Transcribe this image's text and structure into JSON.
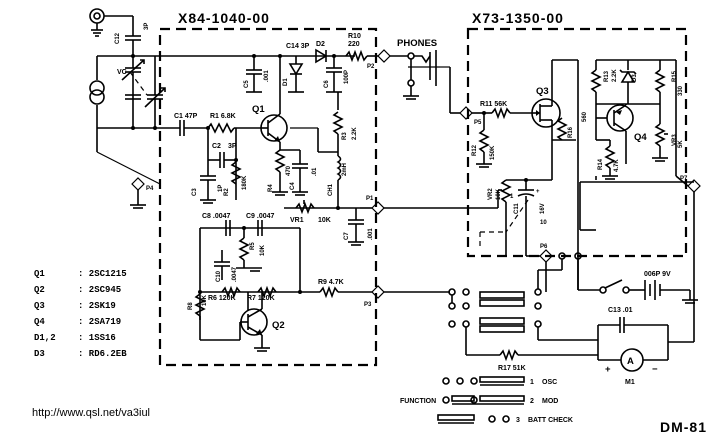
{
  "modules": [
    {
      "id": "X84-1040-00"
    },
    {
      "id": "X73-1350-00"
    }
  ],
  "labels": {
    "phones": "PHONES",
    "drawing_no": "DM-81",
    "url": "http://www.qsl.net/va3iul",
    "function": "FUNCTION"
  },
  "function_modes": [
    {
      "num": "1",
      "name": "OSC"
    },
    {
      "num": "2",
      "name": "MOD"
    },
    {
      "num": "3",
      "name": "BATT CHECK"
    }
  ],
  "parts_list": [
    {
      "ref": "Q1",
      "part": ": 2SC1215"
    },
    {
      "ref": "Q2",
      "part": ": 2SC945"
    },
    {
      "ref": "Q3",
      "part": ": 2SK19"
    },
    {
      "ref": "Q4",
      "part": ": 2SA719"
    },
    {
      "ref": "D1,2",
      "part": ": 1SS16"
    },
    {
      "ref": "D3",
      "part": ": RD6.2EB"
    }
  ],
  "components": {
    "c12": "C12",
    "c12v": "3P",
    "vc": "VC",
    "c1": "C1 47P",
    "r1": "R1 6.8K",
    "c2": "C2",
    "c2v": "3P",
    "c3": "C3",
    "c3v": "1P",
    "r2": "R2",
    "r2v": "180K",
    "q1": "Q1",
    "c14": "C14 3P",
    "c5": "C5",
    "c5v": ".001",
    "d1": "D1",
    "d2": "D2",
    "c6": "C6",
    "c6v": "100P",
    "r10": "R10",
    "r10v": "220",
    "r3": "R3",
    "r3v": "2.2K",
    "r4": "R4",
    "r4v": "470",
    "c4": "C4",
    "c4v": ".01",
    "ch1": "CH1",
    "ch1v": "2mH",
    "vr1": "VR1",
    "vr1v": "10K",
    "c7": "C7",
    "c7v": ".001",
    "c8": "C8 .0047",
    "c9": "C9 .0047",
    "r5": "R5",
    "r5v": "10K",
    "c10": "C10",
    "c10v": ".0047",
    "r8": "R8",
    "r8v": "10K",
    "r6": "R6 120K",
    "r7": "R7 120K",
    "r9": "R9 4.7K",
    "q2": "Q2",
    "r11": "R11 56K",
    "r12": "R12",
    "r12v": "150K",
    "q3": "Q3",
    "r16": "R16",
    "r16v": "560",
    "vr2": "VR2",
    "vr2v": "10K",
    "c11": "C11",
    "c11v": "1",
    "c11u": "16V",
    "c11n": "10",
    "r13": "R13",
    "r13v": "2.2K",
    "d3": "D3",
    "r15": "R15",
    "r15v": "330",
    "q4": "Q4",
    "r14": "R14",
    "r14v": "4.7K",
    "vr3": "VR3",
    "vr3v": "5K",
    "battery": "006P 9V",
    "c13": "C13 .01",
    "r17": "R17 51K",
    "meter": "M1",
    "meter_a": "A",
    "plus": "+",
    "minus": "−"
  },
  "pins": {
    "p1": "P1",
    "p2": "P2",
    "p3": "P3",
    "p4": "P4",
    "p5": "P5",
    "p6": "P6",
    "p7": "P7"
  }
}
